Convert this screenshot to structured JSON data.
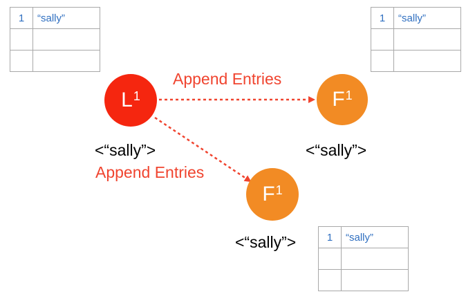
{
  "leader": {
    "letter": "L",
    "term": "1",
    "state": "<“sally”>",
    "log": [
      {
        "index": "1",
        "value": "“sally”"
      },
      {
        "index": "",
        "value": ""
      },
      {
        "index": "",
        "value": ""
      }
    ]
  },
  "follower_top": {
    "letter": "F",
    "term": "1",
    "state": "<“sally”>",
    "log": [
      {
        "index": "1",
        "value": "“sally”"
      },
      {
        "index": "",
        "value": ""
      },
      {
        "index": "",
        "value": ""
      }
    ]
  },
  "follower_bottom": {
    "letter": "F",
    "term": "1",
    "state": "<“sally”>",
    "log": [
      {
        "index": "1",
        "value": "“sally”"
      },
      {
        "index": "",
        "value": ""
      },
      {
        "index": "",
        "value": ""
      }
    ]
  },
  "messages": [
    {
      "label": "Append Entries",
      "from": "leader",
      "to": "follower_top"
    },
    {
      "label": "Append Entries",
      "from": "leader",
      "to": "follower_bottom"
    }
  ],
  "colors": {
    "leader": "#f5260f",
    "follower": "#f28b24",
    "message": "#f0442f",
    "log_text": "#2f6fc0",
    "log_border": "#a8a8a8"
  }
}
